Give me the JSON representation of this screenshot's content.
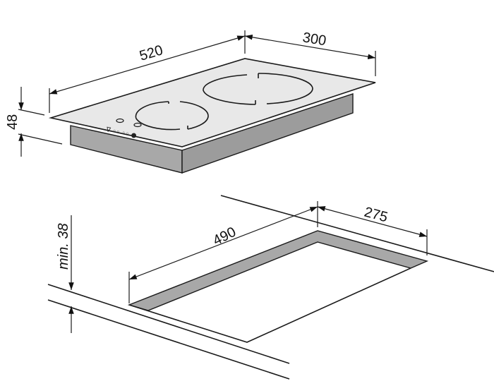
{
  "title": "Hob dimensions and cut-out diagram",
  "hob": {
    "width_label": "520",
    "depth_label": "300",
    "height_label": "48"
  },
  "cutout": {
    "width_label": "490",
    "depth_label": "275",
    "min_thickness_label": "min. 38"
  },
  "colors": {
    "line": "#1a1a1a",
    "glass": "#e6e6e6",
    "body": "#a8a8a8",
    "cutout_edge": "#a8a8a8"
  }
}
